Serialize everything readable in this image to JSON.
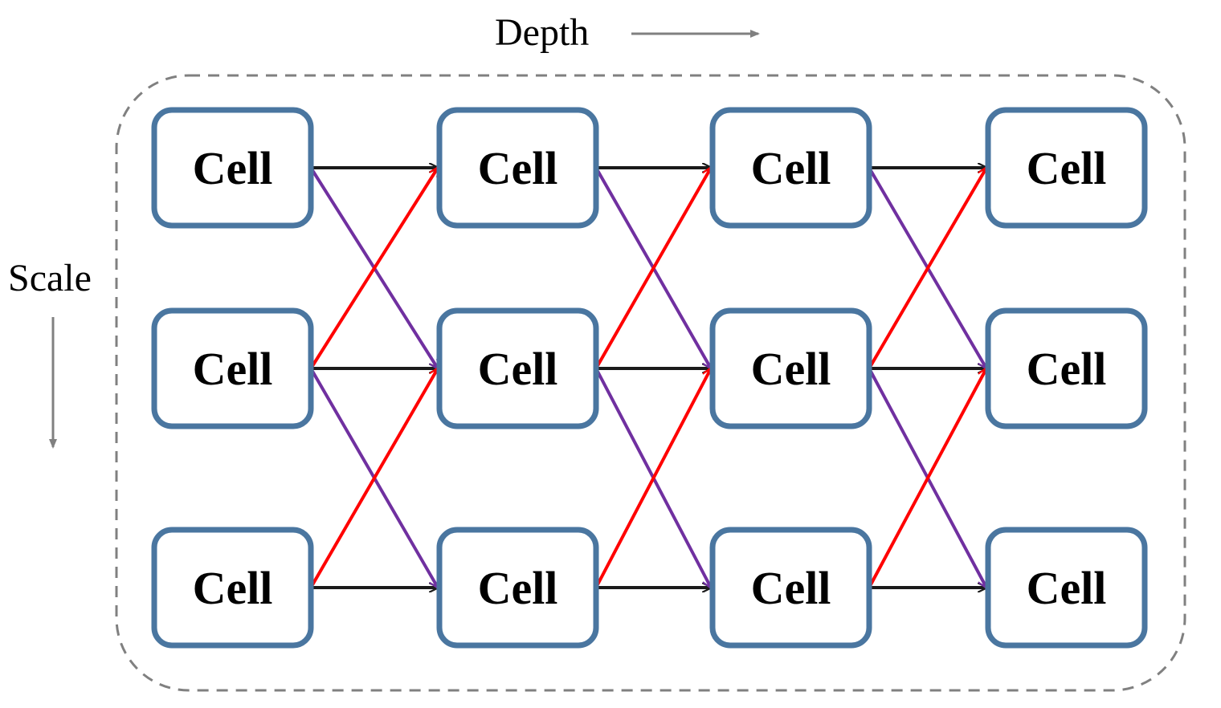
{
  "axes": {
    "depth_label": "Depth",
    "scale_label": "Scale"
  },
  "colors": {
    "cell_border": "#4a76a0",
    "cell_fill": "#ffffff",
    "same_scale_edge": "#1a1a1a",
    "downsample_edge": "#7030a0",
    "upsample_edge": "#ff0000",
    "container_border": "#808080",
    "axis_arrow": "#808080",
    "text": "#000000"
  },
  "grid": {
    "columns": 4,
    "rows": 3
  },
  "cells": [
    [
      {
        "label": "Cell"
      },
      {
        "label": "Cell"
      },
      {
        "label": "Cell"
      }
    ],
    [
      {
        "label": "Cell"
      },
      {
        "label": "Cell"
      },
      {
        "label": "Cell"
      }
    ],
    [
      {
        "label": "Cell"
      },
      {
        "label": "Cell"
      },
      {
        "label": "Cell"
      }
    ],
    [
      {
        "label": "Cell"
      },
      {
        "label": "Cell"
      },
      {
        "label": "Cell"
      }
    ]
  ],
  "edges": {
    "same_scale": [
      {
        "from": [
          0,
          0
        ],
        "to": [
          1,
          0
        ]
      },
      {
        "from": [
          0,
          1
        ],
        "to": [
          1,
          1
        ]
      },
      {
        "from": [
          0,
          2
        ],
        "to": [
          1,
          2
        ]
      },
      {
        "from": [
          1,
          0
        ],
        "to": [
          2,
          0
        ]
      },
      {
        "from": [
          1,
          1
        ],
        "to": [
          2,
          1
        ]
      },
      {
        "from": [
          1,
          2
        ],
        "to": [
          2,
          2
        ]
      },
      {
        "from": [
          2,
          0
        ],
        "to": [
          3,
          0
        ]
      },
      {
        "from": [
          2,
          1
        ],
        "to": [
          3,
          1
        ]
      },
      {
        "from": [
          2,
          2
        ],
        "to": [
          3,
          2
        ]
      }
    ],
    "downsample": [
      {
        "from": [
          0,
          0
        ],
        "to": [
          1,
          1
        ]
      },
      {
        "from": [
          0,
          1
        ],
        "to": [
          1,
          2
        ]
      },
      {
        "from": [
          1,
          0
        ],
        "to": [
          2,
          1
        ]
      },
      {
        "from": [
          1,
          1
        ],
        "to": [
          2,
          2
        ]
      },
      {
        "from": [
          2,
          0
        ],
        "to": [
          3,
          1
        ]
      },
      {
        "from": [
          2,
          1
        ],
        "to": [
          3,
          2
        ]
      }
    ],
    "upsample": [
      {
        "from": [
          0,
          1
        ],
        "to": [
          1,
          0
        ]
      },
      {
        "from": [
          0,
          2
        ],
        "to": [
          1,
          1
        ]
      },
      {
        "from": [
          1,
          1
        ],
        "to": [
          2,
          0
        ]
      },
      {
        "from": [
          1,
          2
        ],
        "to": [
          2,
          1
        ]
      },
      {
        "from": [
          2,
          1
        ],
        "to": [
          3,
          0
        ]
      },
      {
        "from": [
          2,
          2
        ],
        "to": [
          3,
          1
        ]
      }
    ]
  }
}
